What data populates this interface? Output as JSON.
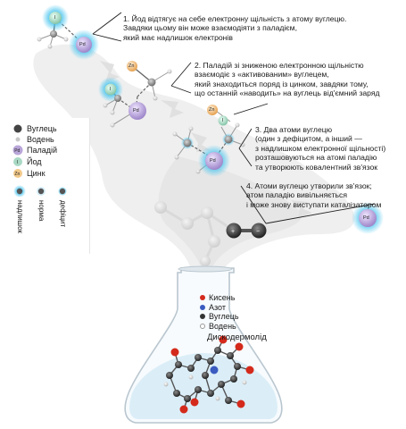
{
  "steps": [
    {
      "lines": [
        "1. Йод відтягує на себе електронну щільність з атому вуглецю.",
        "Завдяки цьому він може взаємодіяти з паладієм,",
        "який має надлишок електронів"
      ]
    },
    {
      "lines": [
        "2. Паладій зі зниженою електронною щільністю",
        "взаємодіє з «активованим» вуглецем,",
        "який знаходиться поряд із цинком, завдяки тому,",
        "що останній «наводить» на вуглець від'ємний заряд"
      ]
    },
    {
      "lines": [
        "3. Два атоми вуглецю",
        "(один з дефіцитом, а інший —",
        "з надлишком електронної щільності)",
        "розташовуються на атомі паладію",
        "та утворюють ковалентний зв'язок"
      ]
    },
    {
      "lines": [
        "4. Атоми вуглецю утворили зв'язок;",
        "атом паладію вивільняється",
        "і може знову виступати каталізатором"
      ]
    }
  ],
  "atom_labels": {
    "pd": "Pd",
    "iodine": "I",
    "zinc": "Zn"
  },
  "legend": {
    "items": [
      "Вуглець",
      "Водень",
      "Паладій",
      "Йод",
      "Цинк"
    ],
    "density": [
      "надлишок",
      "норма",
      "дефіцит"
    ]
  },
  "flask_legend": [
    "Кисень",
    "Азот",
    "Вуглець",
    "Водень"
  ],
  "molecule_name": "Дискодермолід",
  "colors": {
    "pd": "#b9a6d9",
    "iodine": "#a9d9c4",
    "zinc": "#f2c98a",
    "glow": "#49c5ef",
    "carbon": "#777777",
    "oxygen": "#d42a1c",
    "nitrogen": "#3a5bbf"
  }
}
